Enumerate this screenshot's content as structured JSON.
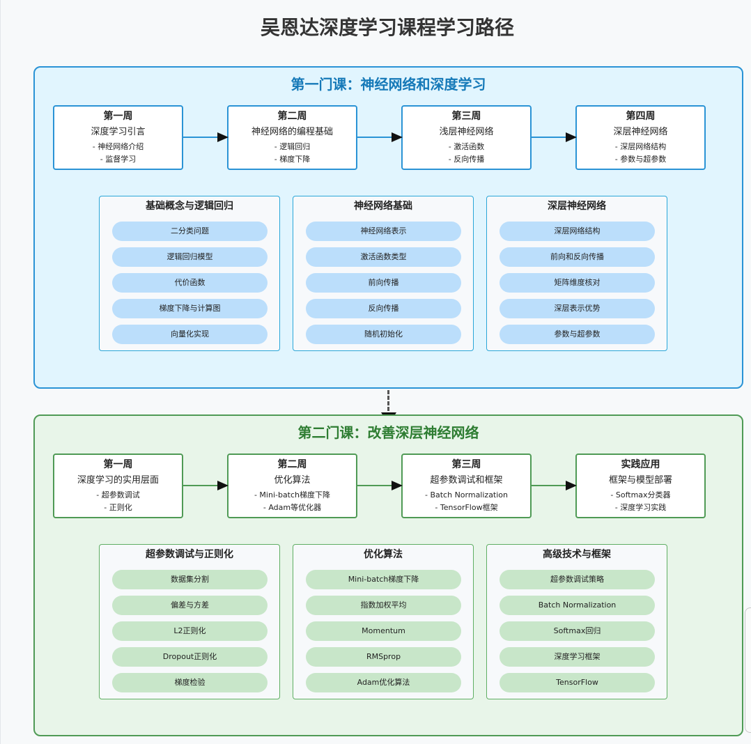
{
  "title": "吴恩达深度学习课程学习路径",
  "course1": {
    "title": "第一门课：神经网络和深度学习",
    "weeks": [
      {
        "name": "第一周",
        "topic": "深度学习引言",
        "points": [
          "- 神经网络介绍",
          "- 监督学习"
        ]
      },
      {
        "name": "第二周",
        "topic": "神经网络的编程基础",
        "points": [
          "- 逻辑回归",
          "- 梯度下降"
        ]
      },
      {
        "name": "第三周",
        "topic": "浅层神经网络",
        "points": [
          "- 激活函数",
          "- 反向传播"
        ]
      },
      {
        "name": "第四周",
        "topic": "深层神经网络",
        "points": [
          "- 深层网络结构",
          "- 参数与超参数"
        ]
      }
    ],
    "panels": [
      {
        "title": "基础概念与逻辑回归",
        "items": [
          "二分类问题",
          "逻辑回归模型",
          "代价函数",
          "梯度下降与计算图",
          "向量化实现"
        ]
      },
      {
        "title": "神经网络基础",
        "items": [
          "神经网络表示",
          "激活函数类型",
          "前向传播",
          "反向传播",
          "随机初始化"
        ]
      },
      {
        "title": "深层神经网络",
        "items": [
          "深层网络结构",
          "前向和反向传播",
          "矩阵维度核对",
          "深层表示优势",
          "参数与超参数"
        ]
      }
    ]
  },
  "course2": {
    "title": "第二门课：改善深层神经网络",
    "weeks": [
      {
        "name": "第一周",
        "topic": "深度学习的实用层面",
        "points": [
          "- 超参数调试",
          "- 正则化"
        ]
      },
      {
        "name": "第二周",
        "topic": "优化算法",
        "points": [
          "- Mini-batch梯度下降",
          "- Adam等优化器"
        ]
      },
      {
        "name": "第三周",
        "topic": "超参数调试和框架",
        "points": [
          "- Batch Normalization",
          "- TensorFlow框架"
        ]
      },
      {
        "name": "实践应用",
        "topic": "框架与模型部署",
        "points": [
          "- Softmax分类器",
          "- 深度学习实践"
        ]
      }
    ],
    "panels": [
      {
        "title": "超参数调试与正则化",
        "items": [
          "数据集分割",
          "偏差与方差",
          "L2正则化",
          "Dropout正则化",
          "梯度检验"
        ]
      },
      {
        "title": "优化算法",
        "items": [
          "Mini-batch梯度下降",
          "指数加权平均",
          "Momentum",
          "RMSprop",
          "Adam优化算法"
        ]
      },
      {
        "title": "高级技术与框架",
        "items": [
          "超参数调试策略",
          "Batch Normalization",
          "Softmax回归",
          "深度学习框架",
          "TensorFlow"
        ]
      }
    ]
  }
}
